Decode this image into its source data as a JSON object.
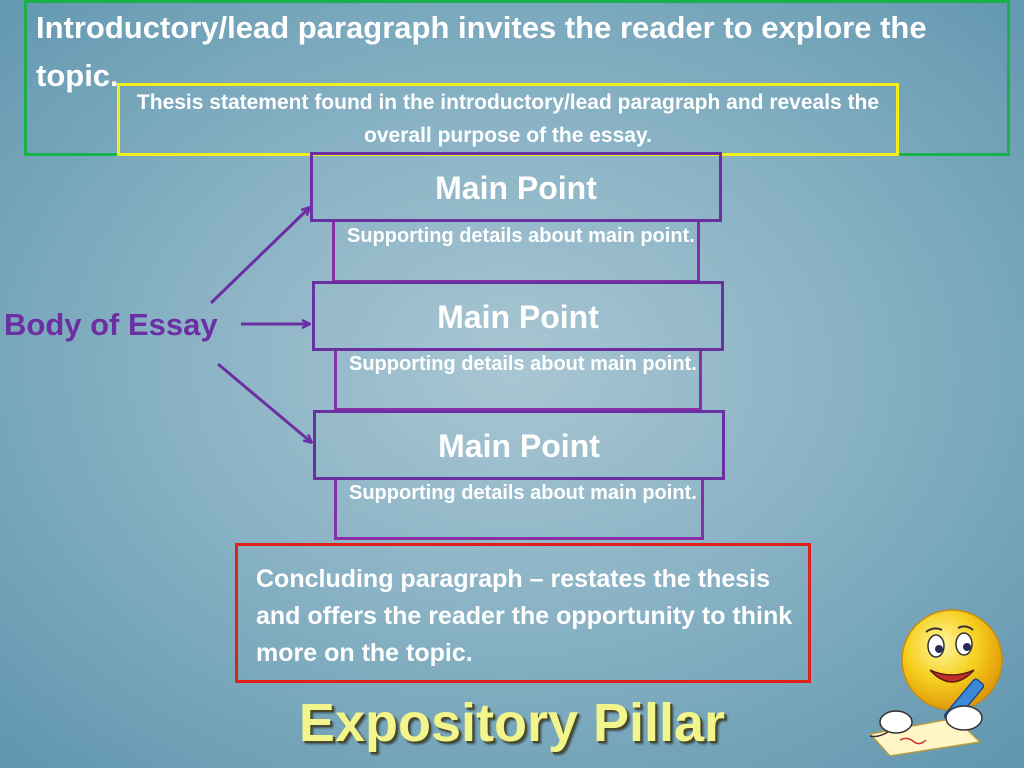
{
  "intro": {
    "text": "Introductory/lead paragraph invites the reader to explore the topic."
  },
  "thesis": {
    "text": "Thesis statement found in the introductory/lead paragraph and reveals the overall purpose of the essay."
  },
  "body": {
    "label": "Body of Essay",
    "points": [
      {
        "title": "Main Point",
        "details": "Supporting details about main point."
      },
      {
        "title": "Main Point",
        "details": "Supporting details about main point."
      },
      {
        "title": "Main Point",
        "details": "Supporting details about main point."
      }
    ]
  },
  "conclusion": {
    "text": "Concluding paragraph – restates the thesis and offers the reader the opportunity to think more on the topic."
  },
  "footer": {
    "title": "Expository Pillar"
  },
  "colors": {
    "intro_border": "#1ab04a",
    "thesis_border": "#f1f01c",
    "body_purple": "#6b2fa3",
    "conclusion_border": "#e0201c",
    "title_yellow": "#f1f58c"
  },
  "decorations": {
    "mascot": "smiley-writing-icon"
  }
}
